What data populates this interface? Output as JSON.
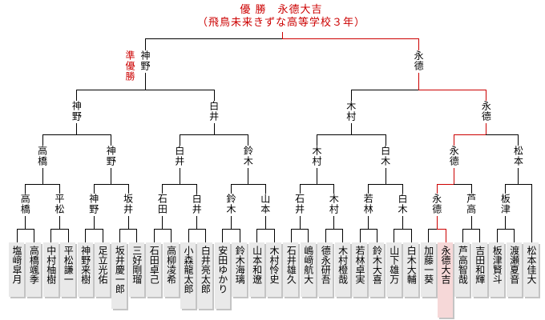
{
  "title": {
    "line1": "優 勝　永德大吉",
    "line2": "（飛鳥未来きずな高等学校３年）"
  },
  "runner_up_label": "準優勝",
  "colors": {
    "red": "#cc0000",
    "line": "#000000",
    "card_bg": "#e9e9e9",
    "card_shadow": "#c4c4c4",
    "champion_card_bg": "#f6d8d8"
  },
  "bracket": {
    "champion": "永德大吉",
    "finalists": [
      "神野",
      "永德"
    ],
    "round3_winners": [
      "神野",
      "白井",
      "木村",
      "永德"
    ],
    "round2_winners": [
      "高橋",
      "神野",
      "白井",
      "鈴木",
      "木村",
      "白木",
      "永德",
      "松本"
    ],
    "round1_winners": [
      "高橋",
      "平松",
      "神野",
      "坂井",
      "石田",
      "白井",
      "鈴木",
      "山本",
      "石井",
      "木村",
      "若林",
      "白木",
      "永德",
      "芦高",
      "板津"
    ],
    "players": [
      "塩﨑皐月",
      "高橋颯季",
      "中村柚樹",
      "平松謙一",
      "神野来樹",
      "足立光佑",
      "坂井慶一郎",
      "三好剛瑠",
      "石田卓己",
      "高柳凌希",
      "小森龍太郎",
      "白井亮太郎",
      "安田ゆかり",
      "鈴木海璃",
      "山本和遼",
      "木村怜史",
      "石井雄久",
      "嶋﨑航大",
      "德永研吾",
      "木村橙哉",
      "若林卓実",
      "鈴木大喜",
      "山下雄万",
      "白木大輔",
      "加藤一葵",
      "永德大吉",
      "芦高智哉",
      "吉田和輝",
      "板津賢斗",
      "渡瀬夏音",
      "松本佳大"
    ],
    "champion_player_index": 25,
    "bye_player_index": 30
  }
}
